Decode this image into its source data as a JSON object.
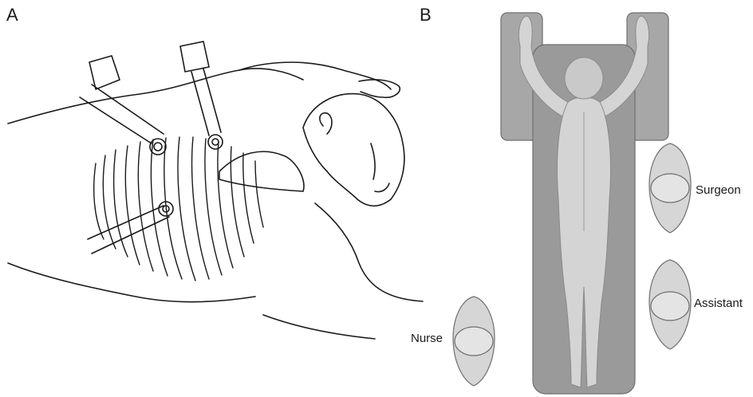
{
  "panels": {
    "a": {
      "label": "A"
    },
    "b": {
      "label": "B"
    }
  },
  "roles": {
    "surgeon": "Surgeon",
    "assistant": "Assistant",
    "nurse": "Nurse"
  },
  "colors": {
    "table": "#9a9a9a",
    "table_dark": "#6f6f6f",
    "arm_board": "#a7a7a7",
    "body": "#d4d4d4",
    "head_top": "#c9c9c9",
    "line": "#1a1a1a"
  }
}
